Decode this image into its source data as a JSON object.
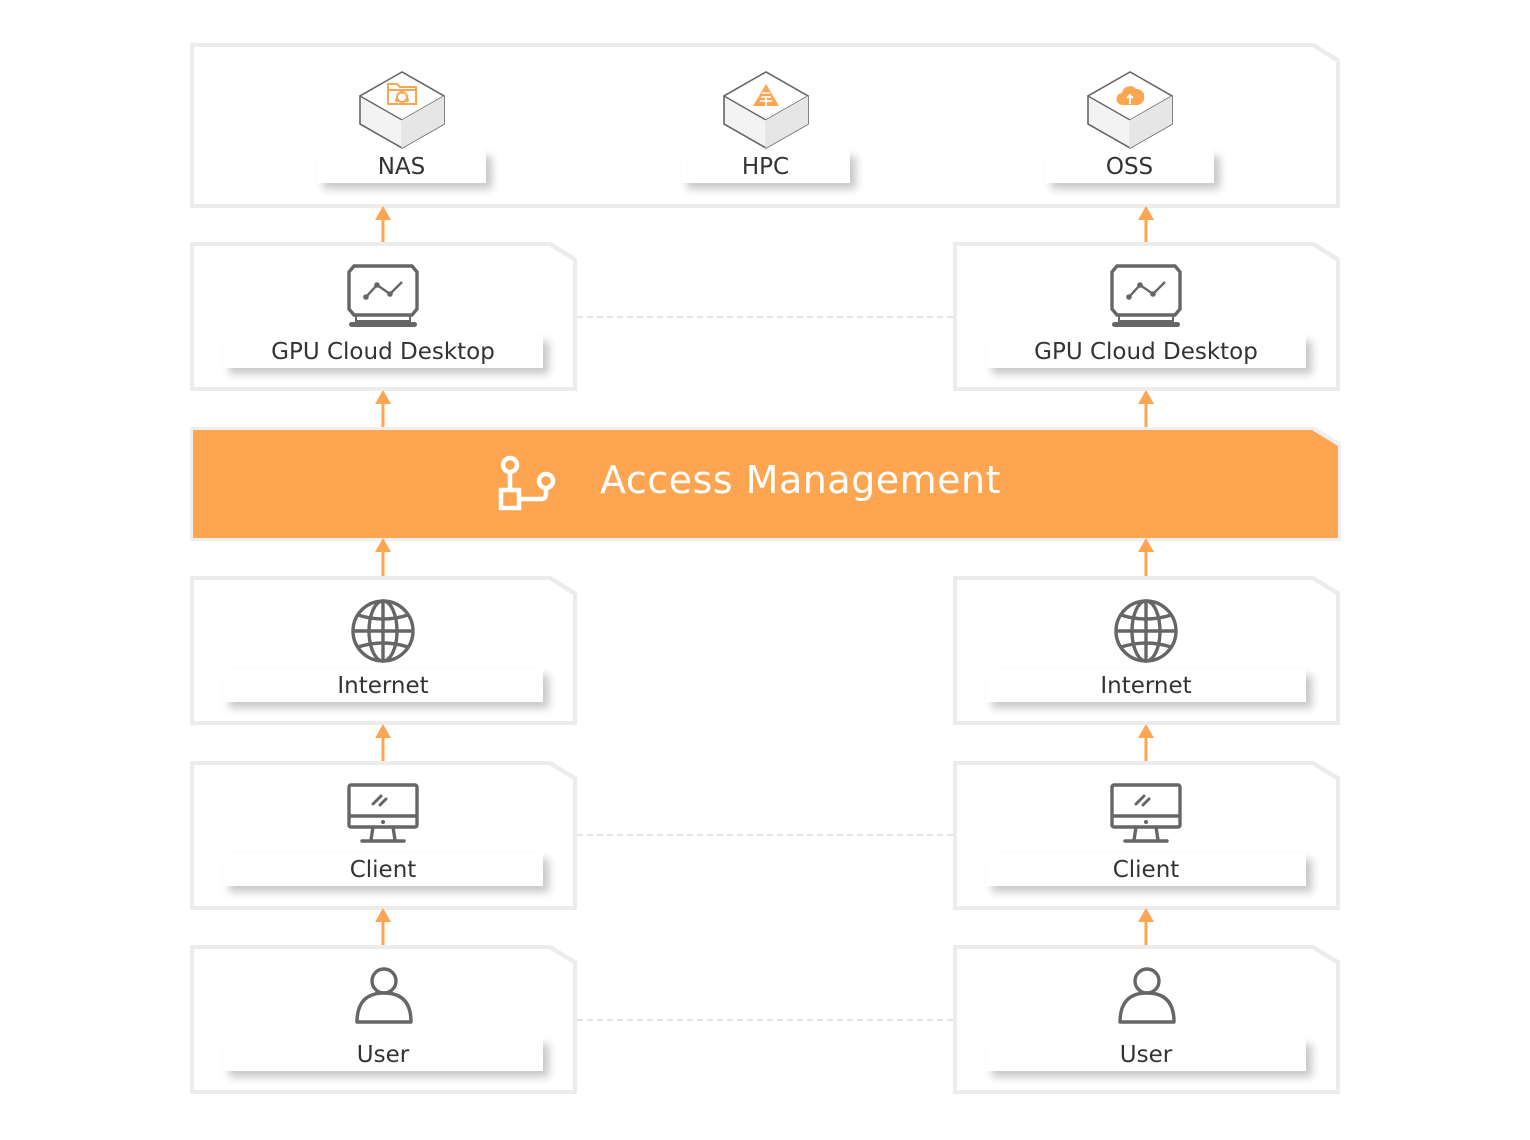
{
  "colors": {
    "accent": "#fda550",
    "icon_gray": "#666666",
    "text": "#333333",
    "panel_border": "#f0f0f0"
  },
  "storage": {
    "nas": {
      "label": "NAS",
      "icon": "nas-folder-share-icon"
    },
    "hpc": {
      "label": "HPC",
      "icon": "hpc-triangle-icon"
    },
    "oss": {
      "label": "OSS",
      "icon": "oss-cloud-upload-icon"
    }
  },
  "access_management": {
    "label": "Access Management",
    "icon": "access-flow-icon"
  },
  "left_column": {
    "gpu_desktop": {
      "label": "GPU Cloud Desktop",
      "icon": "gpu-monitor-chart-icon"
    },
    "internet": {
      "label": "Internet",
      "icon": "globe-icon"
    },
    "client": {
      "label": "Client",
      "icon": "desktop-computer-icon"
    },
    "user": {
      "label": "User",
      "icon": "user-icon"
    }
  },
  "right_column": {
    "gpu_desktop": {
      "label": "GPU Cloud Desktop",
      "icon": "gpu-monitor-chart-icon"
    },
    "internet": {
      "label": "Internet",
      "icon": "globe-icon"
    },
    "client": {
      "label": "Client",
      "icon": "desktop-computer-icon"
    },
    "user": {
      "label": "User",
      "icon": "user-icon"
    }
  }
}
